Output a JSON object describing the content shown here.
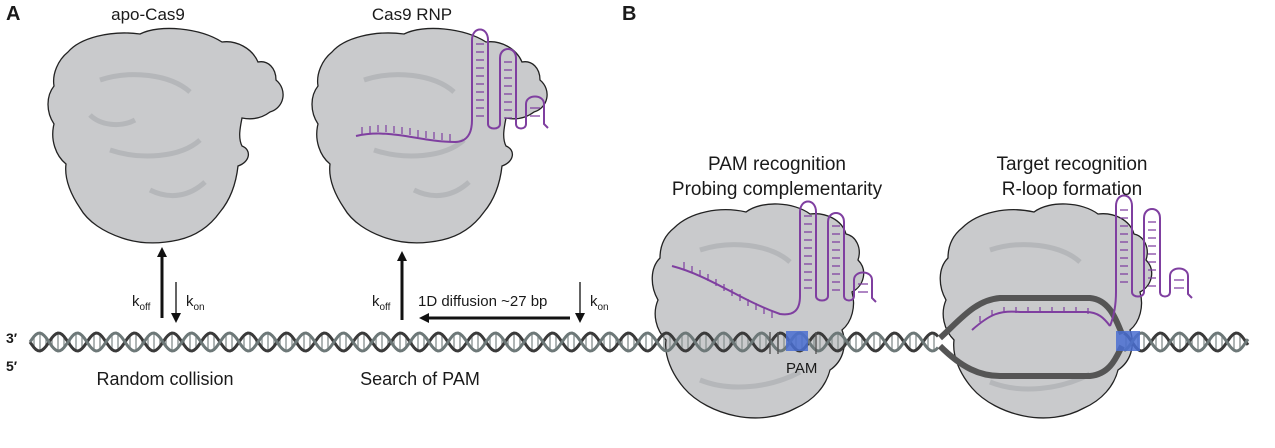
{
  "panels": {
    "a": "A",
    "b": "B"
  },
  "proteins": {
    "apo_label": "apo-Cas9",
    "rnp_label": "Cas9 RNP"
  },
  "rates": {
    "k": "k",
    "off": "off",
    "on": "on"
  },
  "diffusion_label": "1D diffusion ~27 bp",
  "captions": {
    "random": "Random collision",
    "search": "Search of PAM"
  },
  "stages": {
    "pam": {
      "line1": "PAM recognition",
      "line2": "Probing complementarity"
    },
    "target": {
      "line1": "Target recognition",
      "line2": "R-loop formation"
    }
  },
  "pam_label": "PAM",
  "strands": {
    "top": "3′",
    "bottom": "5′"
  },
  "colors": {
    "protein": "#c9cacc",
    "rna": "#7f3fa0",
    "dna_dark": "#3a3a3a",
    "dna_light": "#6d7878",
    "pam": "#4a6fd1"
  }
}
